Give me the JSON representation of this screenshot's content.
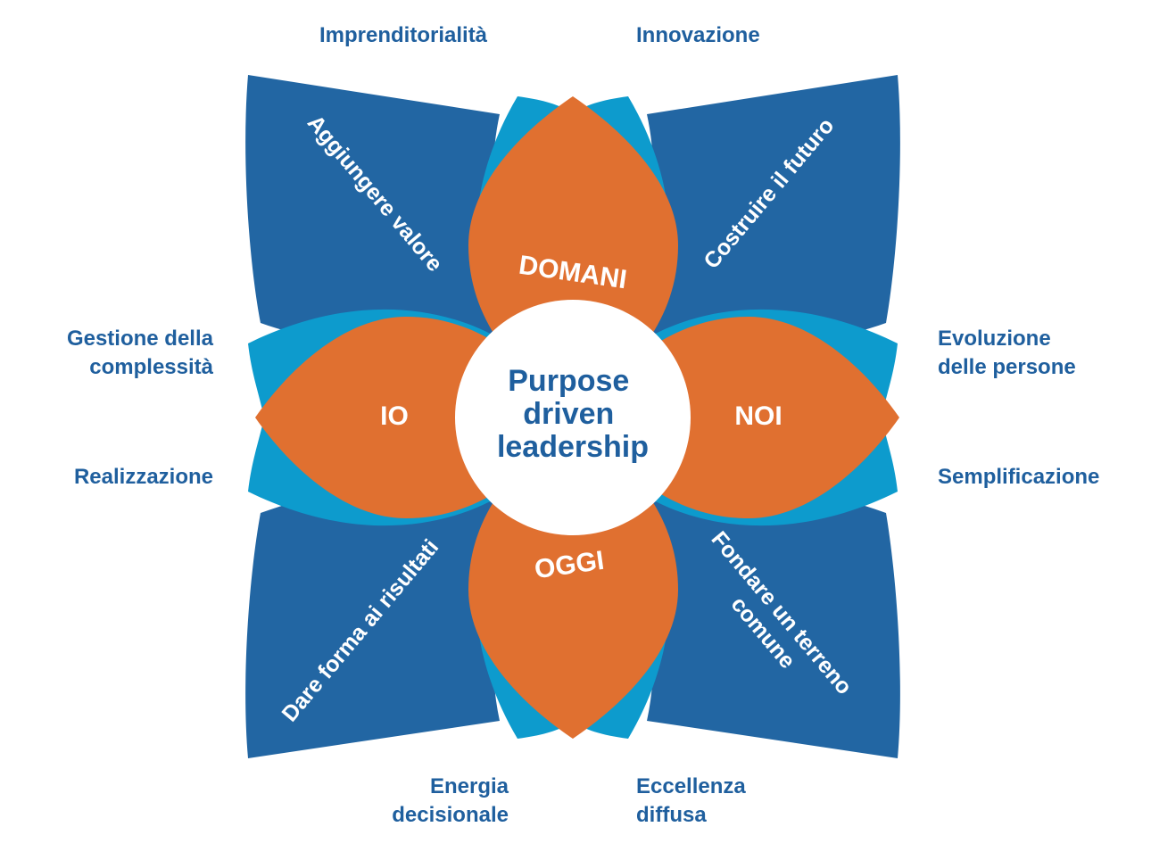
{
  "colors": {
    "dark_blue": "#2266a3",
    "light_blue": "#0d9bcd",
    "orange": "#e07030",
    "label_blue": "#1f5f9e",
    "white": "#ffffff"
  },
  "center": {
    "lines": [
      "Purpose",
      "driven",
      "leadership"
    ]
  },
  "petals": {
    "top": "DOMANI",
    "left": "IO",
    "right": "NOI",
    "bottom": "OGGI"
  },
  "leaves": {
    "top_left": [
      "Aggiungere valore"
    ],
    "top_right": [
      "Costruire il futuro"
    ],
    "bottom_left": [
      "Dare forma ai risultati"
    ],
    "bottom_right": [
      "Fondare un terreno",
      "comune"
    ]
  },
  "outer_labels": {
    "top_left": "Imprenditorialità",
    "top_right": "Innovazione",
    "left_upper": "Gestione della\ncomplessità",
    "left_lower": "Realizzazione",
    "right_upper": "Evoluzione\ndelle persone",
    "right_lower": "Semplificazione",
    "bottom_left": "Energia\ndecisionale",
    "bottom_right": "Eccellenza\ndiffusa"
  }
}
